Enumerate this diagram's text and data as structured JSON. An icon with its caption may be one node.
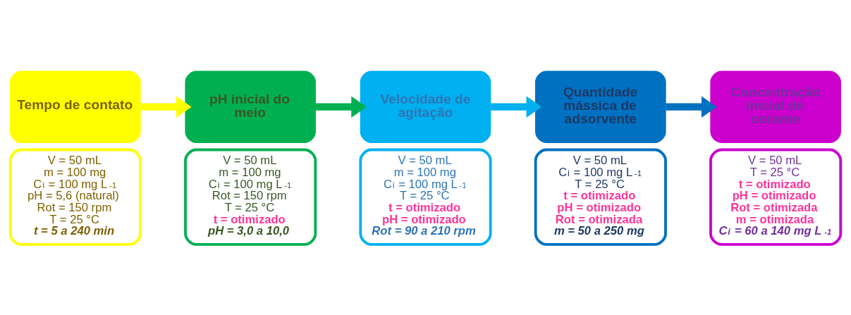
{
  "diagram": {
    "nodes": [
      {
        "text": [
          "Tempo de contato"
        ]
      },
      {
        "text": [
          "V = 50 mL",
          "m = 100 mg",
          "C$_{i}$ = 100 mg L$^{-1}$",
          "pH = 5,6 (natural)",
          "Rot = 150 rpm",
          "T = 25 °C",
          "t = 5 a 240 min"
        ]
      },
      {
        "text": [
          "pH inicial do meio"
        ]
      },
      {
        "text": [
          "V = 50 mL",
          "m = 100 mg",
          "C$_{i}$ = 100 mg L$^{-1}$",
          "Rot = 150 rpm",
          "T = 25 °C",
          "t = otimizado",
          "pH = 3,0 a 10,0"
        ]
      },
      {
        "text": [
          "Velocidade de agitação"
        ]
      },
      {
        "text": [
          "V = 50 mL",
          "m = 100 mg",
          "C$_{i}$ = 100 mg L$^{-1}$",
          "T = 25 °C",
          "t = otimizado",
          "pH = otimizado",
          "Rot = 90 a 210 rpm"
        ]
      },
      {
        "text": [
          "Quantidade mássica de adsorvente"
        ]
      },
      {
        "text": [
          "V = 50 mL",
          "C$_{i}$ = 100 mg L$^{-1}$",
          "T = 25 °C",
          "t = otimizado",
          "pH = otimizado",
          "Rot = otimizada",
          "m = 50 a 250 mg"
        ]
      },
      {
        "text": [
          "Concentração inicial de corante"
        ]
      },
      {
        "text": [
          "V = 50 mL",
          "T = 25 °C",
          "t = otimizado",
          "pH = otimizado",
          "Rot = otimizada",
          "m = otimizada",
          "C$_{i}$ = 60 a 140 mg L$^{-1}$"
        ]
      }
    ],
    "edges": [
      {
        "from": 0,
        "to": 2,
        "arrow": "to",
        "color": "#ffff00"
      },
      {
        "from": 2,
        "to": 4,
        "arrow": "to",
        "color": "#00b050"
      },
      {
        "from": 4,
        "to": 6,
        "arrow": "to",
        "color": "#00b0f0"
      },
      {
        "from": 6,
        "to": 8,
        "arrow": "to",
        "color": "#0070c0"
      }
    ]
  }
}
